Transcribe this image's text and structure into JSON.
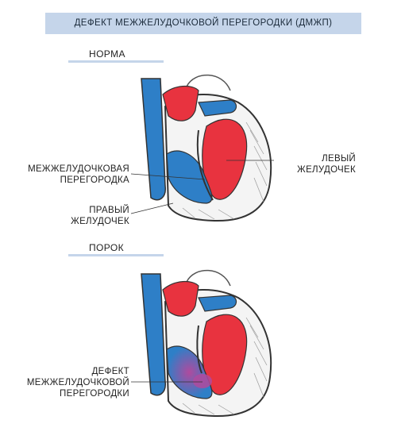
{
  "title": "ДЕФЕКТ МЕЖЖЕЛУДОЧКОВОЙ ПЕРЕГОРОДКИ  (ДМЖП)",
  "sections": {
    "normal": {
      "label": "НОРМА",
      "labels": {
        "septum": [
          "МЕЖЖЕЛУДОЧКОВАЯ",
          "ПЕРЕГОРОДКА"
        ],
        "right_ventricle": [
          "ПРАВЫЙ",
          "ЖЕЛУДОЧЕК"
        ],
        "left_ventricle": [
          "ЛЕВЫЙ",
          "ЖЕЛУДОЧЕК"
        ]
      }
    },
    "defect": {
      "label": "ПОРОК",
      "labels": {
        "defect": [
          "ДЕФЕКТ",
          "МЕЖЖЕЛУДОЧКОВОЙ",
          "ПЕРЕГОРОДКИ"
        ]
      }
    }
  },
  "colors": {
    "banner": "#c5d5ea",
    "oxygenated": "#e8333f",
    "deoxygenated": "#2e7fc7",
    "outline": "#333333"
  }
}
